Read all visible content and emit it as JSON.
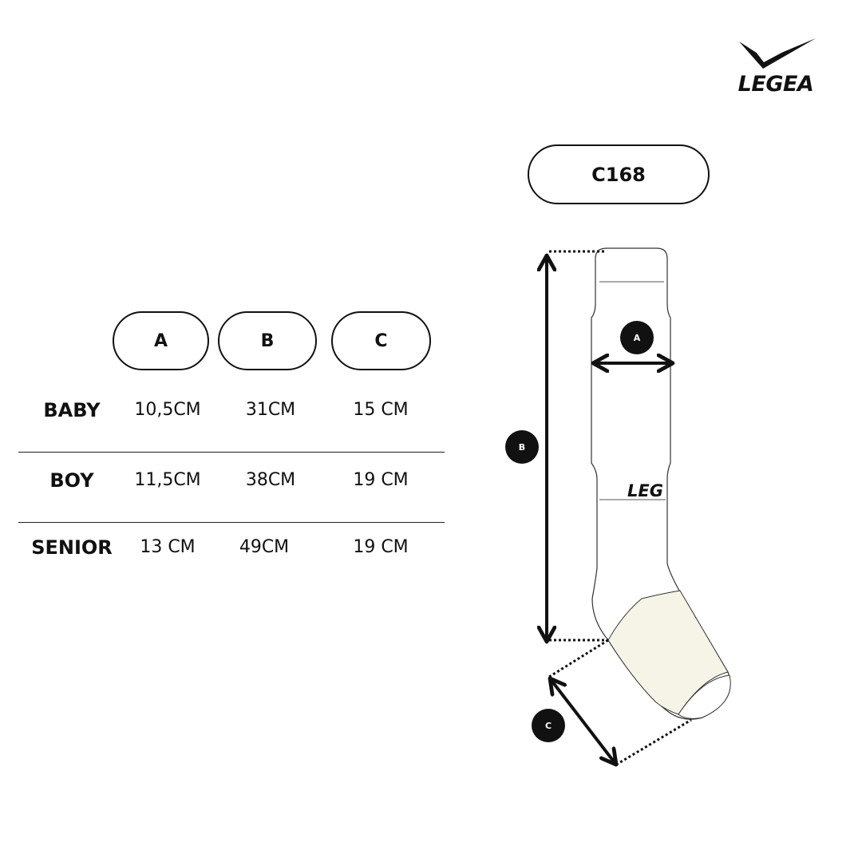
{
  "brand": {
    "name": "LEGEA"
  },
  "product": {
    "code": "C168"
  },
  "table": {
    "columns": [
      "A",
      "B",
      "C"
    ],
    "rows": [
      {
        "label": "BABY",
        "values": [
          "10,5CM",
          "31CM",
          "15 CM"
        ]
      },
      {
        "label": "BOY",
        "values": [
          "11,5CM",
          "38CM",
          "19 CM"
        ]
      },
      {
        "label": "SENIOR",
        "values": [
          "13 CM",
          "49CM",
          "19 CM"
        ]
      }
    ]
  },
  "diagram": {
    "markers": {
      "a": "A",
      "b": "B",
      "c": "C"
    },
    "sock_logo": "LEG"
  },
  "colors": {
    "ink": "#111111",
    "foot": "#f6f4e6",
    "background": "#ffffff"
  }
}
